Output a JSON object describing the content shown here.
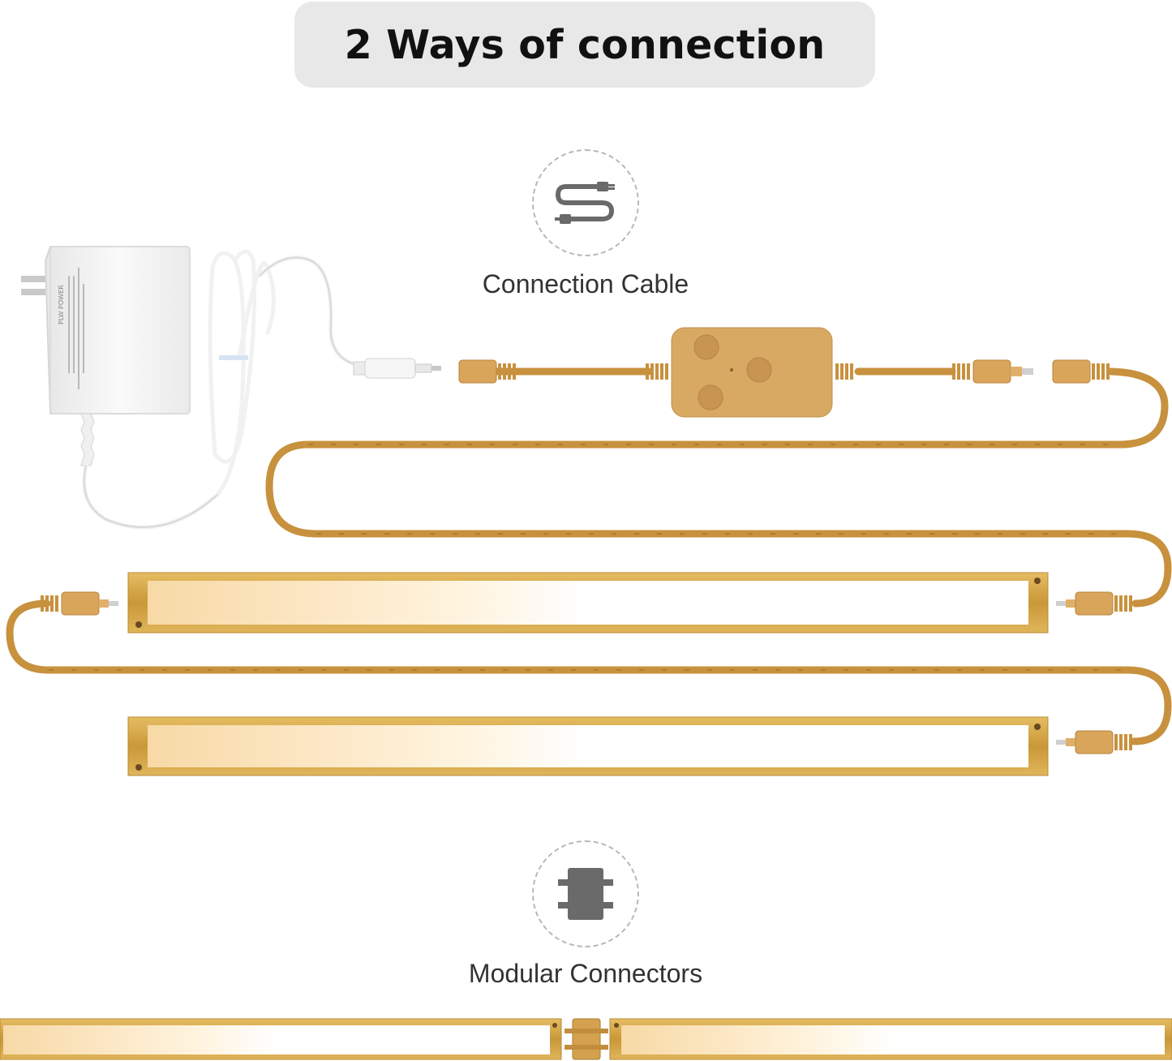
{
  "title": "2 Ways of connection",
  "sections": [
    {
      "icon": "cable-icon",
      "caption": "Connection Cable"
    },
    {
      "icon": "modular-connector-icon",
      "caption": "Modular Connectors"
    }
  ],
  "adapter_label": "PLW POWER",
  "colors": {
    "pill_background": "#e8e8e8",
    "cable_gold": "#c8913e",
    "bar_gold": "#d4a84a",
    "bar_light": "#fff8e6",
    "adapter_white": "#f4f4f4",
    "icon_gray": "#6a6a6a"
  }
}
